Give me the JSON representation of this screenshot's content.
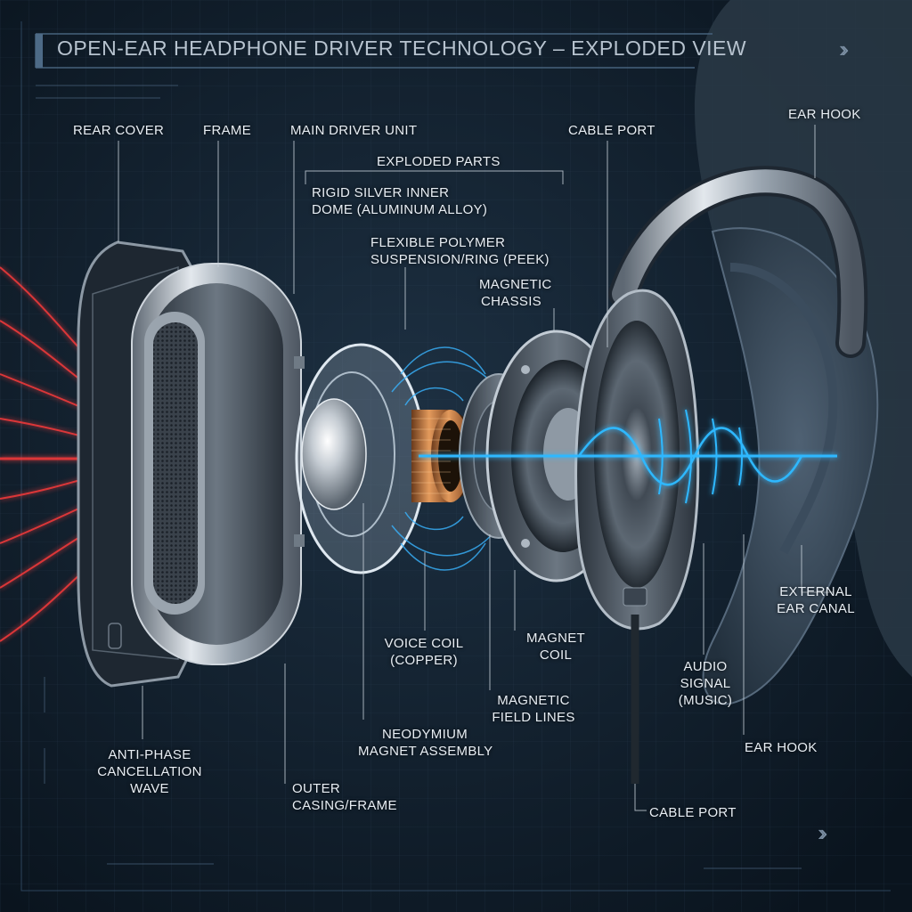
{
  "title": "OPEN-EAR HEADPHONE DRIVER TECHNOLOGY – EXPLODED VIEW",
  "group_label": "EXPLODED PARTS",
  "labels": {
    "rear_cover": "REAR COVER",
    "frame": "FRAME",
    "main_driver_unit": "MAIN DRIVER UNIT",
    "cable_port_top": "CABLE PORT",
    "ear_hook_top": "EAR HOOK",
    "inner_dome": [
      "RIGID SILVER INNER",
      "DOME (ALUMINUM ALLOY)"
    ],
    "suspension": [
      "FLEXIBLE POLYMER",
      "SUSPENSION/RING (PEEK)"
    ],
    "magnetic_chassis": [
      "MAGNETIC",
      "CHASSIS"
    ],
    "external_ear_canal": [
      "EXTERNAL",
      "EAR CANAL"
    ],
    "voice_coil": [
      "VOICE COIL",
      "(COPPER)"
    ],
    "magnet_coil": [
      "MAGNET",
      "COIL"
    ],
    "audio_signal": [
      "AUDIO",
      "SIGNAL",
      "(MUSIC)"
    ],
    "magnetic_field_lines": [
      "MAGNETIC",
      "FIELD LINES"
    ],
    "ear_hook_bottom": "EAR HOOK",
    "neodymium_magnet": [
      "NEODYMIUM",
      "MAGNET ASSEMBLY"
    ],
    "anti_phase": [
      "ANTI-PHASE",
      "CANCELLATION",
      "WAVE"
    ],
    "outer_casing": [
      "OUTER",
      "CASING/FRAME"
    ],
    "cable_port_bottom": "CABLE PORT"
  },
  "colors": {
    "background": "#0e1a26",
    "anti_phase_wave": "#ff3b3b",
    "audio_wave": "#2fb8ff",
    "copper_coil": "#c87a3e",
    "metal": "#b8c2cc"
  },
  "icons": {
    "top_right": "double-chevron-right-icon",
    "bottom_right": "double-chevron-right-icon"
  }
}
